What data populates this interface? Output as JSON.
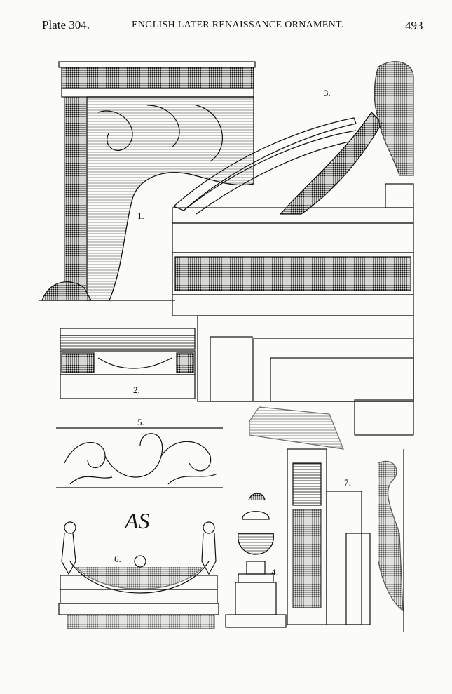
{
  "header": {
    "plate": "Plate 304.",
    "title": "ENGLISH LATER RENAISSANCE ORNAMENT.",
    "page": "493"
  },
  "figures": {
    "fig1": "1.",
    "fig2": "2.",
    "fig3": "3.",
    "fig4": "4.",
    "fig5": "5.",
    "fig6": "6.",
    "fig7": "7."
  },
  "monogram": "AS",
  "colors": {
    "ink": "#111111",
    "paper": "#fbfbf8"
  }
}
